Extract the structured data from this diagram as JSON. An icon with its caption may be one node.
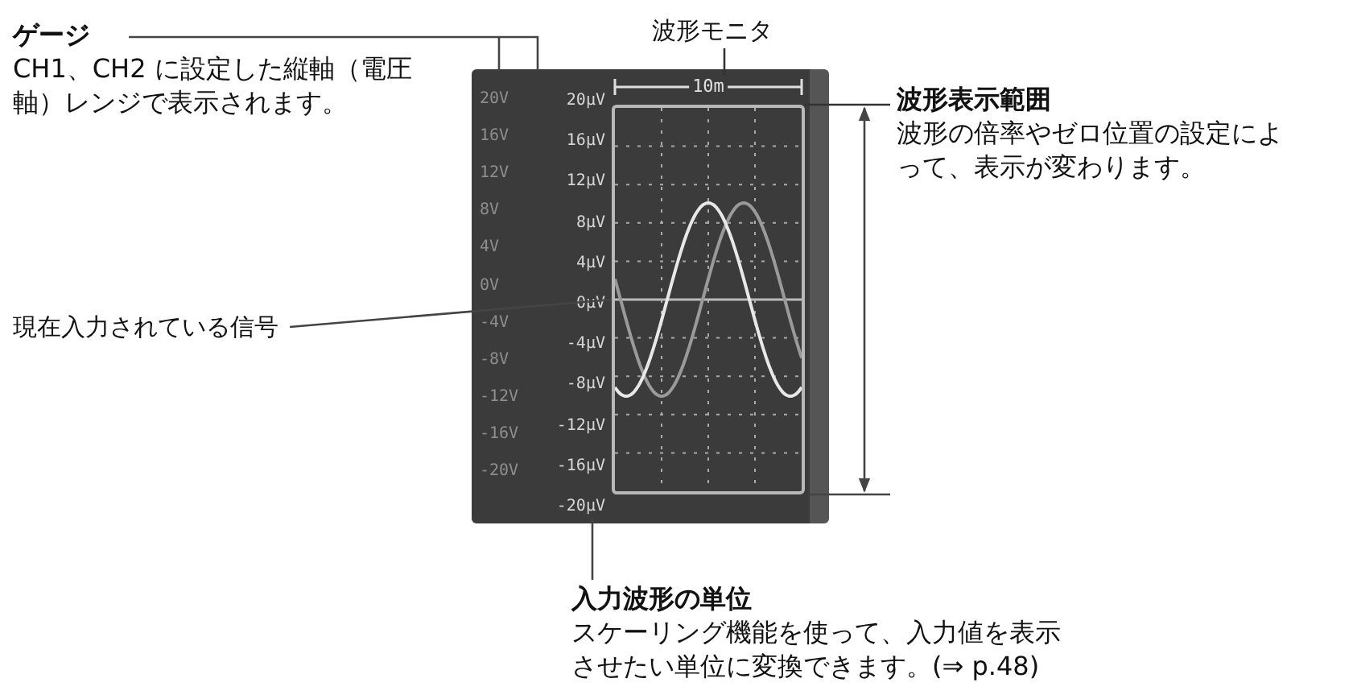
{
  "diagram": {
    "nodes": [
      {
        "text": [
          "ゲージ",
          "CH1、CH2 に設定した縦軸（電圧軸）レンジで表示されます。"
        ]
      },
      {
        "text": [
          "波形モニタ"
        ]
      },
      {
        "text": [
          "波形表示範囲",
          "波形の倍率やゼロ位置の設定によって、表示が変わります。"
        ]
      },
      {
        "text": [
          "現在入力されている信号"
        ]
      },
      {
        "text": [
          "入力波形の単位",
          "スケーリング機能を使って、入力値を表示させたい単位に変換できます。(⇒ p.48)"
        ]
      },
      {
        "text": [],
        "shape": "box"
      },
      {
        "text": [],
        "shape": "bar",
        "in": 5
      },
      {
        "text": [],
        "shape": "bar",
        "in": 5
      },
      {
        "text": [],
        "shape": "box",
        "in": 5
      },
      {
        "text": [],
        "shape": "bar",
        "in": 5
      }
    ],
    "edges": [
      {
        "from": 0,
        "to": 6,
        "arrow": "none"
      },
      {
        "from": 1,
        "to": 9,
        "arrow": "none"
      },
      {
        "from": 2,
        "to": 8,
        "arrow": "none"
      },
      {
        "from": 3,
        "to": 8,
        "arrow": "none"
      },
      {
        "from": 4,
        "to": 7,
        "arrow": "none"
      }
    ],
    "labels": [
      "10m",
      "20V",
      "20µV",
      "16V",
      "16µV",
      "12V",
      "12µV",
      "8V",
      "8µV",
      "4V",
      "4µV",
      "0V",
      "0µV",
      "-4V",
      "-4µV",
      "-8V",
      "-8µV",
      "-12V",
      "-12µV",
      "-16V",
      "-16µV",
      "-20V",
      "-20µV"
    ]
  }
}
